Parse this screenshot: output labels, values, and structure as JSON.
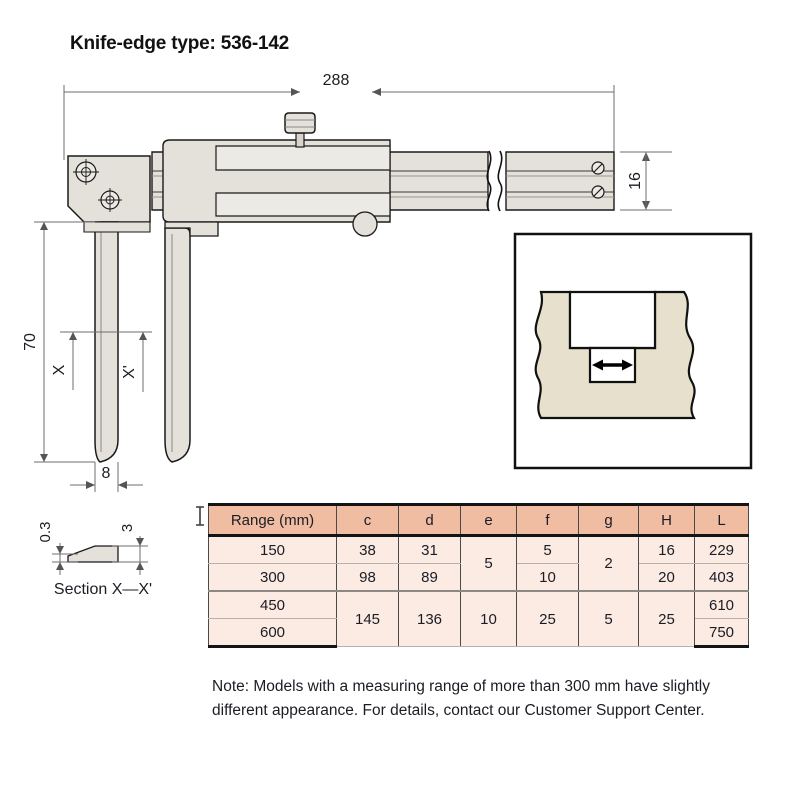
{
  "page": {
    "title": "Knife-edge type: 536-142",
    "background_color": "#ffffff"
  },
  "drawing": {
    "name": "knife-edge-caliper-technical-drawing",
    "metal_fill": "#e4e0da",
    "metal_fill_light": "#eceae5",
    "outline_color": "#1a1a1a",
    "dimension_line_color": "#6e6e6e",
    "dimensions": {
      "overall_length": "288",
      "beam_height": "16",
      "jaw_depth": "70",
      "jaw_thickness": "8",
      "section_edge_thickness": "0.3",
      "section_width": "3"
    },
    "labels": {
      "jaw_x": "X",
      "jaw_x_prime": "X'",
      "section_caption": "Section X—X'"
    },
    "inset": {
      "name": "groove-measurement-detail",
      "workpiece_fill": "#e6e0cc",
      "slot_fill": "#ffffff",
      "arrow_color": "#000000",
      "border_color": "#111111"
    }
  },
  "table": {
    "header_bg": "#f0bda3",
    "body_bg": "#fbebe3",
    "columns": [
      "Range (mm)",
      "c",
      "d",
      "e",
      "f",
      "g",
      "H",
      "L"
    ],
    "rows": [
      {
        "range": "150",
        "c": "38",
        "d": "31",
        "e": "5",
        "f": "5",
        "g": "2",
        "H": "16",
        "L": "229"
      },
      {
        "range": "300",
        "c": "98",
        "d": "89",
        "f": "10",
        "H": "20",
        "L": "403"
      },
      {
        "range": "450",
        "c": "145",
        "d": "136",
        "e": "10",
        "f": "25",
        "g": "5",
        "H": "25",
        "L": "610"
      },
      {
        "range": "600",
        "L": "750"
      }
    ],
    "note": {
      "label": "Note:",
      "text": "Models with a measuring range of more than 300 mm have slightly different appearance. For details, contact our Customer Support Center."
    }
  },
  "cursor": {
    "type": "text-cursor",
    "color": "#3a3a3a"
  }
}
